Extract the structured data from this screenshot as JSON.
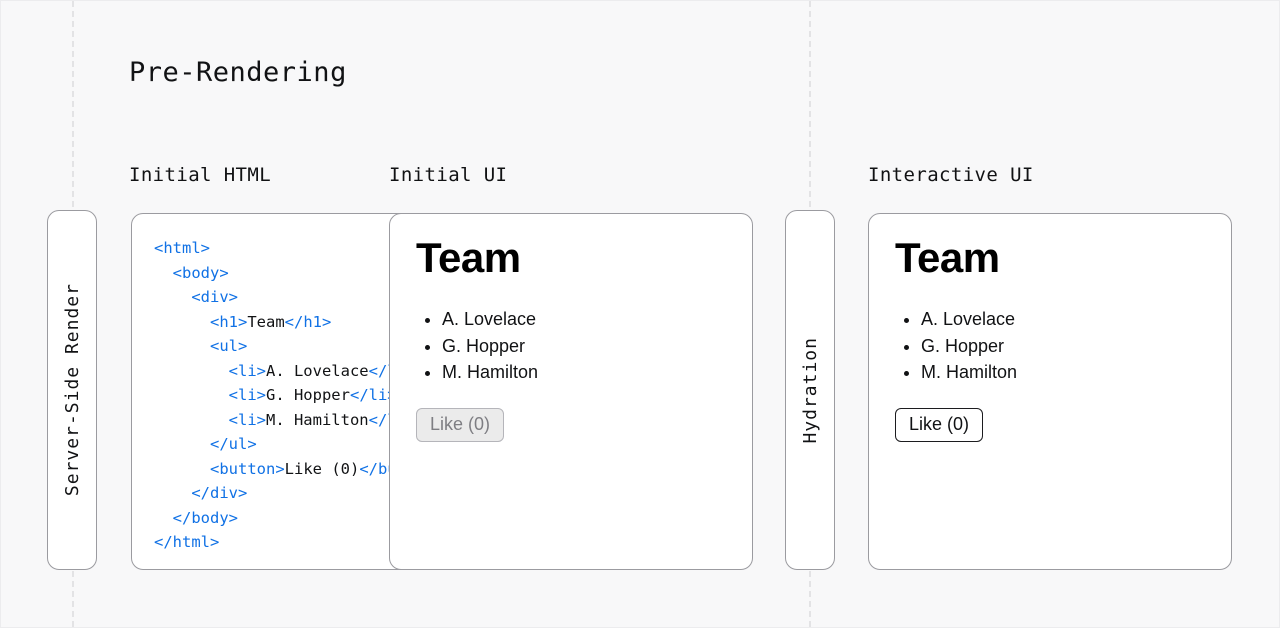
{
  "diagram": {
    "title": "Pre-Rendering",
    "background_color": "#f8f8f9",
    "accent_color": "#1071e5",
    "guide_line_color": "#e3e3e5"
  },
  "column_labels": {
    "initial_html": "Initial HTML",
    "initial_ui": "Initial UI",
    "interactive_ui": "Interactive UI"
  },
  "stages": {
    "server_side_render": "Server-Side Render",
    "hydration": "Hydration"
  },
  "code_card": {
    "language": "html",
    "lines": [
      {
        "indent": 0,
        "parts": [
          {
            "type": "tag",
            "text": "<html>"
          }
        ]
      },
      {
        "indent": 1,
        "parts": [
          {
            "type": "tag",
            "text": "<body>"
          }
        ]
      },
      {
        "indent": 2,
        "parts": [
          {
            "type": "tag",
            "text": "<div>"
          }
        ]
      },
      {
        "indent": 3,
        "parts": [
          {
            "type": "tag",
            "text": "<h1>"
          },
          {
            "type": "text",
            "text": "Team"
          },
          {
            "type": "tag",
            "text": "</h1>"
          }
        ]
      },
      {
        "indent": 3,
        "parts": [
          {
            "type": "tag",
            "text": "<ul>"
          }
        ]
      },
      {
        "indent": 4,
        "parts": [
          {
            "type": "tag",
            "text": "<li>"
          },
          {
            "type": "text",
            "text": "A. Lovelace"
          },
          {
            "type": "tag",
            "text": "</li>"
          }
        ]
      },
      {
        "indent": 4,
        "parts": [
          {
            "type": "tag",
            "text": "<li>"
          },
          {
            "type": "text",
            "text": "G. Hopper"
          },
          {
            "type": "tag",
            "text": "</li>"
          }
        ]
      },
      {
        "indent": 4,
        "parts": [
          {
            "type": "tag",
            "text": "<li>"
          },
          {
            "type": "text",
            "text": "M. Hamilton"
          },
          {
            "type": "tag",
            "text": "</li>"
          }
        ]
      },
      {
        "indent": 3,
        "parts": [
          {
            "type": "tag",
            "text": "</ul>"
          }
        ]
      },
      {
        "indent": 3,
        "parts": [
          {
            "type": "tag",
            "text": "<button>"
          },
          {
            "type": "text",
            "text": "Like (0)"
          },
          {
            "type": "tag",
            "text": "</button>"
          }
        ]
      },
      {
        "indent": 2,
        "parts": [
          {
            "type": "tag",
            "text": "</div>"
          }
        ]
      },
      {
        "indent": 1,
        "parts": [
          {
            "type": "tag",
            "text": "</body>"
          }
        ]
      },
      {
        "indent": 0,
        "parts": [
          {
            "type": "tag",
            "text": "</html>"
          }
        ]
      }
    ]
  },
  "initial_ui": {
    "heading": "Team",
    "members": [
      "A. Lovelace",
      "G. Hopper",
      "M. Hamilton"
    ],
    "button_label": "Like (0)",
    "button_state": "disabled"
  },
  "interactive_ui": {
    "heading": "Team",
    "members": [
      "A. Lovelace",
      "G. Hopper",
      "M. Hamilton"
    ],
    "button_label": "Like (0)",
    "button_state": "enabled"
  }
}
